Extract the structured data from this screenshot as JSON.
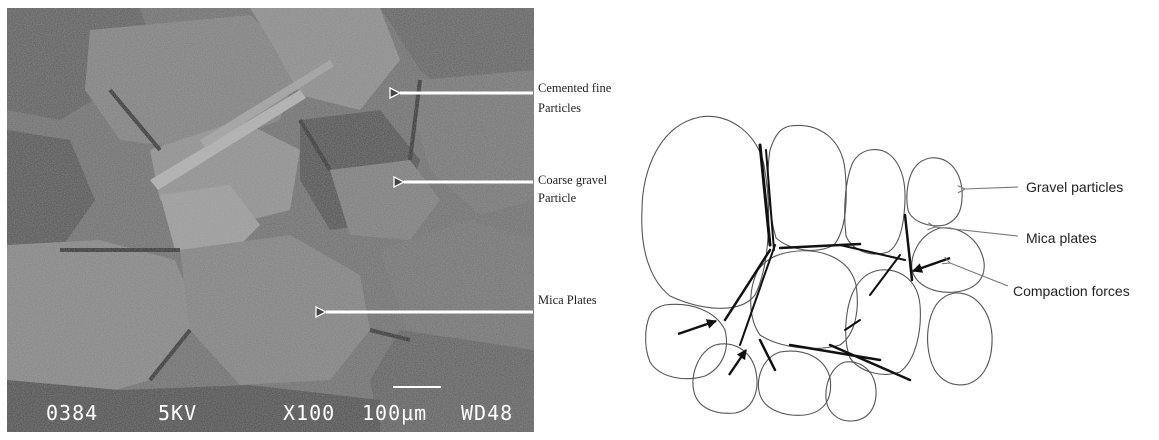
{
  "sem_panel": {
    "annotations": {
      "cemented": [
        "Cemented fine",
        "Particles"
      ],
      "coarse": [
        "Coarse gravel",
        "Particle"
      ],
      "mica": "Mica Plates"
    },
    "databar": {
      "code": "0384",
      "voltage": "5KV",
      "magnification": "X100",
      "scale": "100µm",
      "wd": "WD48"
    }
  },
  "schematic_panel": {
    "labels": {
      "gravel": "Gravel particles",
      "mica": "Mica plates",
      "compaction": "Compaction forces"
    }
  }
}
